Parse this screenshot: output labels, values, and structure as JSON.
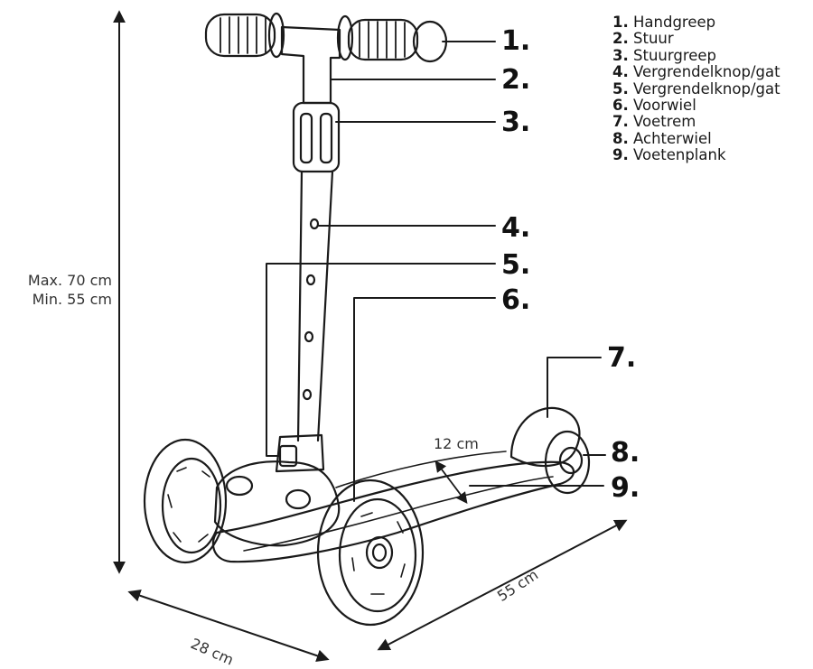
{
  "legend": [
    {
      "number": "1.",
      "label": "Handgreep"
    },
    {
      "number": "2.",
      "label": "Stuur"
    },
    {
      "number": "3.",
      "label": "Stuurgreep"
    },
    {
      "number": "4.",
      "label": "Vergrendelknop/gat"
    },
    {
      "number": "5.",
      "label": "Vergrendelknop/gat"
    },
    {
      "number": "6.",
      "label": "Voorwiel"
    },
    {
      "number": "7.",
      "label": "Voetrem"
    },
    {
      "number": "8.",
      "label": "Achterwiel"
    },
    {
      "number": "9.",
      "label": "Voetenplank"
    }
  ],
  "callouts": [
    "1.",
    "2.",
    "3.",
    "4.",
    "5.",
    "6.",
    "7.",
    "8.",
    "9."
  ],
  "dimensions": {
    "height_max": "Max. 70 cm",
    "height_min": "Min. 55 cm",
    "width": "28 cm",
    "length": "55 cm",
    "deck_width": "12 cm"
  }
}
